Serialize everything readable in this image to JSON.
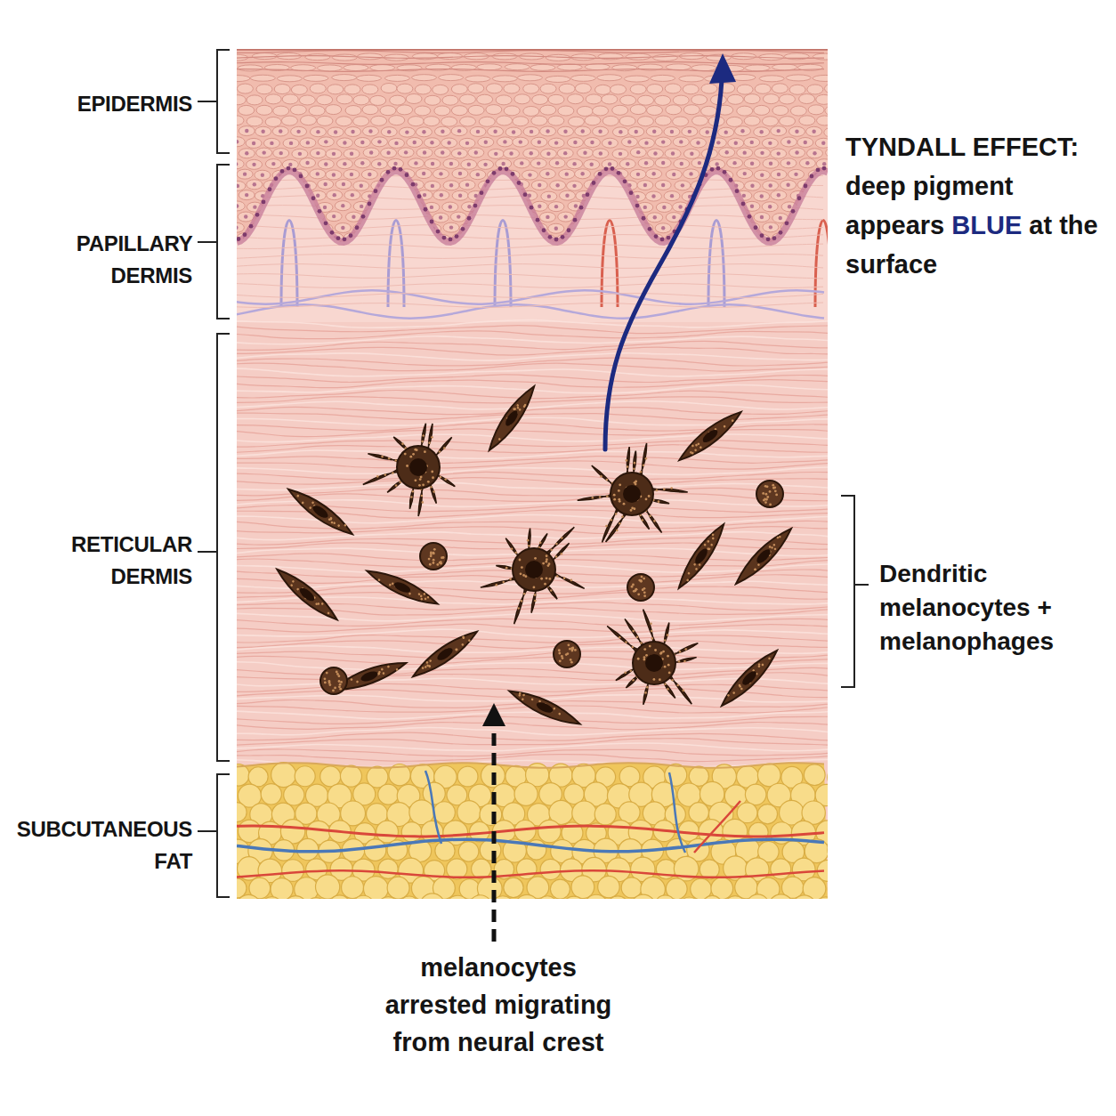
{
  "diagram": {
    "labels": [
      "EPIDERMIS",
      "PAPILLARY DERMIS",
      "RETICULAR DERMIS",
      "SUBCUTANEOUS FAT",
      "TYNDALL EFFECT: deep pigment appears BLUE at the surface",
      "Dendritic melanocytes + melanophages",
      "melanocytes arrested migrating from neural crest"
    ]
  }
}
